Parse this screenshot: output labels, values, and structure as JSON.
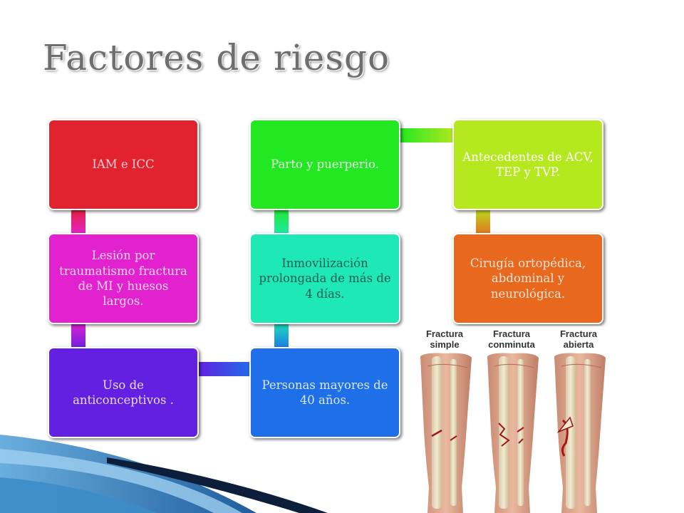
{
  "title": "Factores de riesgo",
  "colors": {
    "title": "#6e6e6e",
    "iam": "#e3222f",
    "lesion": "#e322cf",
    "anticonceptivos": "#6320e0",
    "personas": "#1e6fe8",
    "inmovilizacion": "#1de8b6",
    "parto": "#22e822",
    "antecedentes": "#b5e81e",
    "cirugia": "#e8681e",
    "deco_dark": "#0c1e3a",
    "deco_light": "#3c8cc8"
  },
  "boxes": {
    "iam": "IAM e ICC",
    "lesion": "Lesión por traumatismo fractura de MI y huesos largos.",
    "anticonceptivos": "Uso de anticonceptivos .",
    "personas": "Personas mayores de 40 años.",
    "inmovilizacion": "Inmovilización prolongada de más de 4 días.",
    "parto": "Parto y puerperio.",
    "antecedentes": "Antecedentes de ACV, TEP y TVP.",
    "cirugia": "Cirugía ortopédica, abdominal y neurológica."
  },
  "fractures": {
    "simple": [
      "Fractura",
      "simple"
    ],
    "conminuta": [
      "Fractura",
      "conminuta"
    ],
    "abierta": [
      "Fractura",
      "abierta"
    ]
  }
}
